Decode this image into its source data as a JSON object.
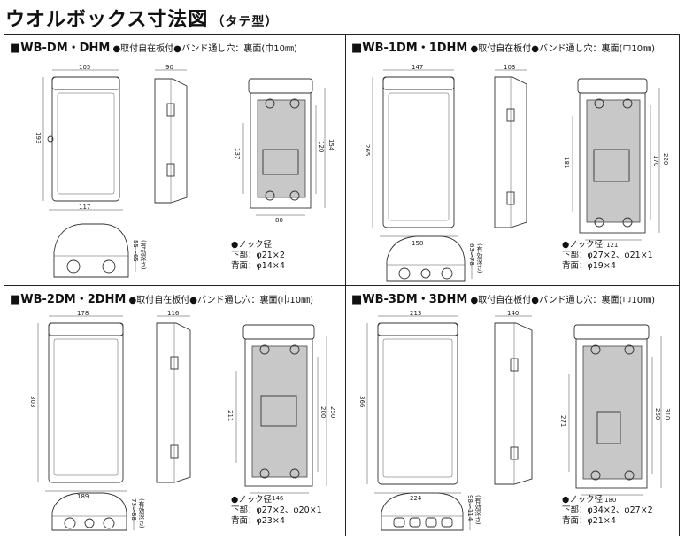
{
  "page": {
    "title": "ウオルボックス寸法図",
    "subtitle": "（タテ型）"
  },
  "panels": [
    {
      "model": "■WB-DM・DHM",
      "spec": "●取付自在板付●バンド通し穴：裏面(巾10㎜)",
      "dims": {
        "front_w": "105",
        "side_w": "90",
        "height": "193",
        "bottom_w": "117",
        "inner_h1": "137",
        "inner_h2": "120",
        "inner_h3": "154",
        "inner_w": "80",
        "depth": "55～65",
        "depth_note": "(有効深さ)"
      },
      "knock": {
        "title": "●ノック径",
        "line1": "下部：φ21×2",
        "line2": "背面：φ14×4"
      }
    },
    {
      "model": "■WB-1DM・1DHM",
      "spec": "●取付自在板付●バンド通し穴：裏面(巾10㎜)",
      "dims": {
        "front_w": "147",
        "side_w": "103",
        "height": "265",
        "bottom_w": "158",
        "inner_h1": "181",
        "inner_h2": "170",
        "inner_h3": "220",
        "inner_w": "121",
        "depth": "63～78",
        "depth_note": "(有効深さ)"
      },
      "knock": {
        "title": "●ノック径",
        "line1": "下部：φ27×2、φ21×1",
        "line2": "背面：φ19×4"
      }
    },
    {
      "model": "■WB-2DM・2DHM",
      "spec": "●取付自在板付●バンド通し穴：裏面(巾10㎜)",
      "dims": {
        "front_w": "178",
        "side_w": "116",
        "height": "303",
        "bottom_w": "189",
        "inner_h1": "211",
        "inner_h2": "200",
        "inner_h3": "250",
        "inner_w": "146",
        "depth": "73～88",
        "depth_note": "(有効深さ)"
      },
      "knock": {
        "title": "●ノック径",
        "line1": "下部：φ27×2、φ20×1",
        "line2": "背面：φ23×4"
      }
    },
    {
      "model": "■WB-3DM・3DHM",
      "spec": "●取付自在板付●バンド通し穴：裏面(巾10㎜)",
      "dims": {
        "front_w": "213",
        "side_w": "140",
        "height": "366",
        "bottom_w": "224",
        "inner_h1": "271",
        "inner_h2": "260",
        "inner_h3": "310",
        "inner_w": "180",
        "depth": "98～114",
        "depth_note": "(有効深さ)"
      },
      "knock": {
        "title": "●ノック径",
        "line1": "下部：φ34×2、φ27×2",
        "line2": "背面：φ21×4"
      }
    }
  ]
}
